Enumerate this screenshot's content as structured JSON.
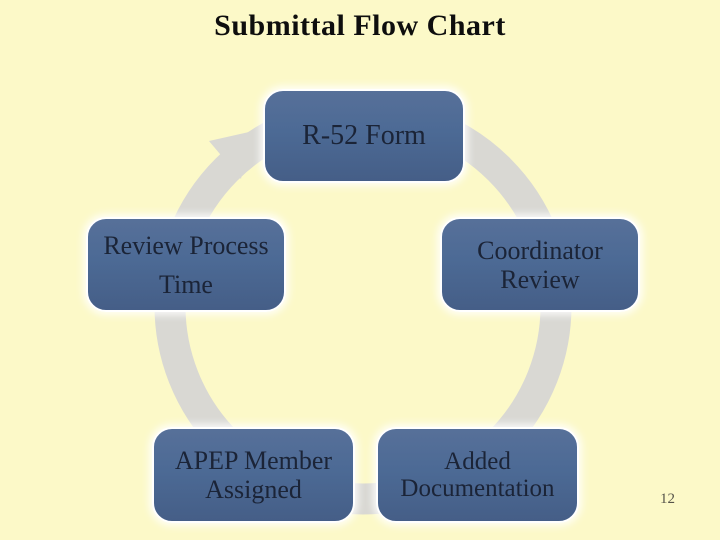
{
  "slide": {
    "title": "Submittal Flow Chart",
    "page_number": "12",
    "background_color": "#FCF9C8",
    "title_color": "#0E0E0E"
  },
  "diagram": {
    "type": "cycle",
    "flow_direction": "clockwise",
    "ring_color": "#D9D8D3",
    "node_fill_color": "#4C6A95",
    "node_border_color": "#FFFFFF",
    "node_text_color": "#1B2437",
    "nodes": [
      {
        "id": "r52-form",
        "position": "top",
        "label": "R-52 Form",
        "lines": [
          "R-52 Form"
        ]
      },
      {
        "id": "review-process-time",
        "position": "left",
        "label": "Review Process Time",
        "lines": [
          "Review Process",
          "Time"
        ]
      },
      {
        "id": "coordinator-review",
        "position": "right",
        "label": "Coordinator Review",
        "lines": [
          "Coordinator",
          "Review"
        ]
      },
      {
        "id": "apep-member-assigned",
        "position": "bottom-left",
        "label": "APEP Member Assigned",
        "lines": [
          "APEP Member",
          "Assigned"
        ]
      },
      {
        "id": "added-documentation",
        "position": "bottom-right",
        "label": "Added Documentation",
        "lines": [
          "Added",
          "Documentation"
        ]
      }
    ]
  }
}
